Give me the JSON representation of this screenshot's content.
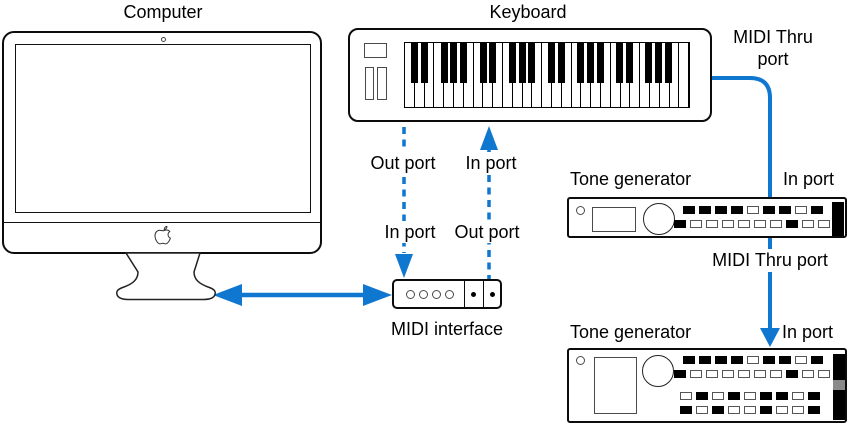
{
  "colors": {
    "accent": "#0f77d0",
    "ink": "#000000"
  },
  "computer": {
    "title": "Computer"
  },
  "keyboard": {
    "title": "Keyboard",
    "white_key_count": 29
  },
  "interface": {
    "label": "MIDI interface"
  },
  "ports": {
    "keyboard_out": "Out port",
    "keyboard_in": "In port",
    "interface_in": "In port",
    "interface_out": "Out port",
    "thru_top_line1": "MIDI Thru",
    "thru_top_line2": "port",
    "thru_mid": "MIDI Thru port",
    "tg1_in": "In port",
    "tg2_in": "In port"
  },
  "tone_generator_1": {
    "label": "Tone generator",
    "button_rows": [
      [
        1,
        1,
        1,
        1,
        0,
        1,
        1,
        0,
        1
      ],
      [
        1,
        0,
        0,
        0,
        0,
        0,
        0,
        1,
        0,
        0
      ]
    ]
  },
  "tone_generator_2": {
    "label": "Tone generator",
    "button_rows": [
      [
        1,
        1,
        1,
        1,
        0,
        1,
        1,
        0,
        1
      ],
      [
        1,
        0,
        0,
        0,
        0,
        0,
        0,
        1,
        0,
        0
      ],
      [
        0,
        1,
        0,
        1,
        0,
        1,
        1,
        0,
        1
      ],
      [
        1,
        0,
        1,
        0,
        0,
        1,
        0,
        0,
        1
      ]
    ]
  }
}
